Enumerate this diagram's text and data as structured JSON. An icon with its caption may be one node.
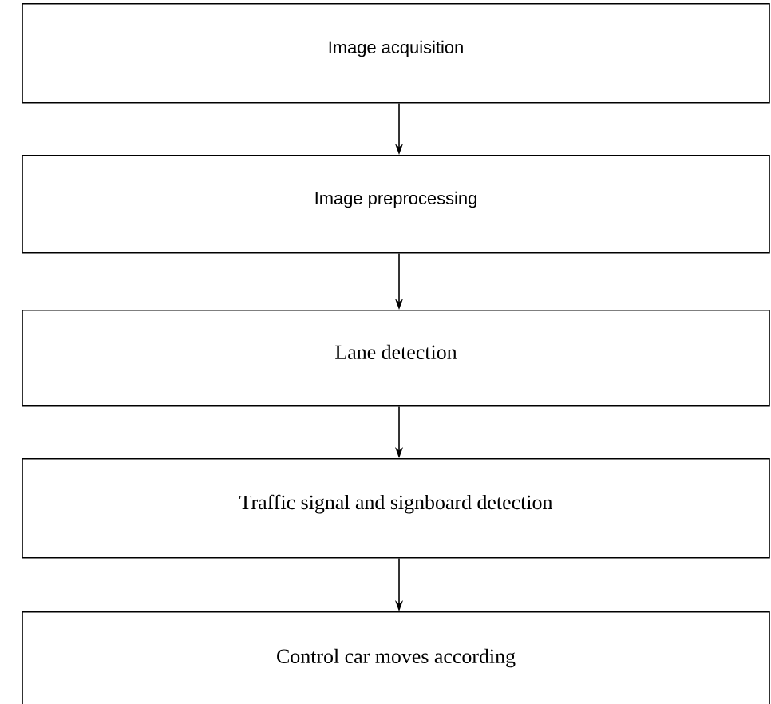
{
  "diagram": {
    "nodes": [
      {
        "text": [
          "Image acquisition"
        ]
      },
      {
        "text": [
          "Image preprocessing"
        ]
      },
      {
        "text": [
          "Lane detection"
        ]
      },
      {
        "text": [
          "Traffic signal and signboard detection"
        ]
      },
      {
        "text": [
          "Control car moves according"
        ]
      }
    ],
    "edges": [
      {
        "from": 0,
        "to": 1,
        "arrow": "to"
      },
      {
        "from": 1,
        "to": 2,
        "arrow": "to"
      },
      {
        "from": 2,
        "to": 3,
        "arrow": "to"
      },
      {
        "from": 3,
        "to": 4,
        "arrow": "to"
      }
    ]
  }
}
